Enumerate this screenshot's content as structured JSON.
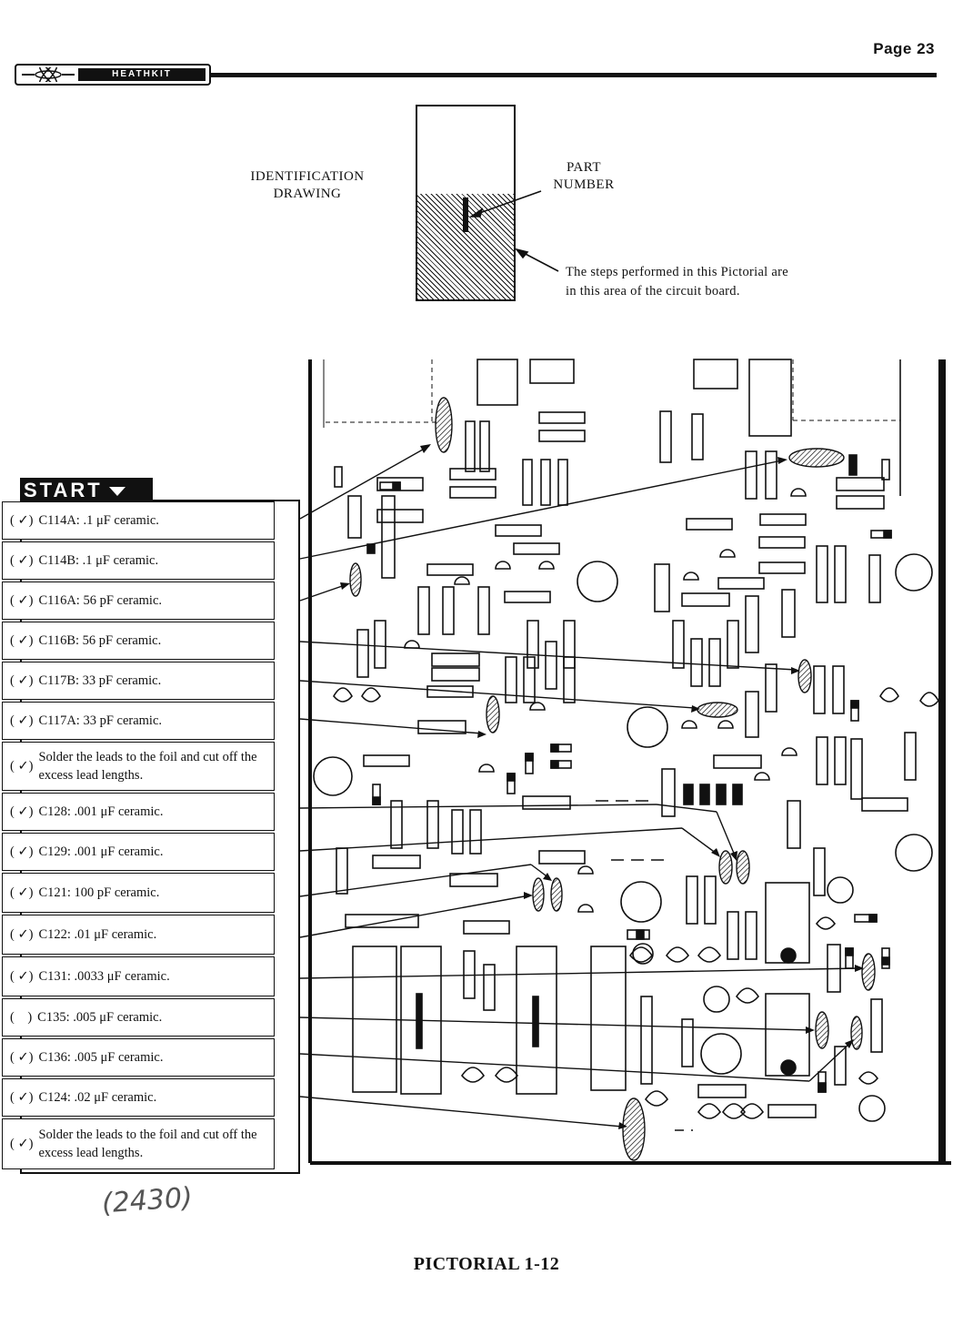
{
  "page": {
    "number_label": "Page 23"
  },
  "logo": {
    "text": "HEATHKIT"
  },
  "identification": {
    "drawing_label": "IDENTIFICATION\nDRAWING",
    "part_label": "PART\nNUMBER",
    "area_note": "The steps performed in this Pictorial are\nin this area of the circuit board."
  },
  "start_label": "START",
  "steps": [
    {
      "check": "( ✓)",
      "text": "C114A: .1 μF ceramic."
    },
    {
      "check": "( ✓)",
      "text": "C114B: .1 μF ceramic."
    },
    {
      "check": "( ✓)",
      "text": "C116A: 56 pF ceramic."
    },
    {
      "check": "( ✓)",
      "text": "C116B: 56 pF ceramic."
    },
    {
      "check": "( ✓)",
      "text": "C117B: 33 pF ceramic."
    },
    {
      "check": "( ✓)",
      "text": "C117A: 33 pF ceramic."
    },
    {
      "check": "( ✓)",
      "text": "Solder the leads to the foil and cut off the excess lead lengths."
    },
    {
      "check": "( ✓)",
      "text": "C128: .001 μF ceramic."
    },
    {
      "check": "( ✓)",
      "text": "C129: .001 μF ceramic."
    },
    {
      "check": "( ✓)",
      "text": "C121: 100 pF ceramic."
    },
    {
      "check": "( ✓)",
      "text": "C122: .01 μF ceramic."
    },
    {
      "check": "( ✓)",
      "text": "C131: .0033 μF ceramic."
    },
    {
      "check": "(    )",
      "text": "C135: .005 μF ceramic."
    },
    {
      "check": "( ✓)",
      "text": "C136: .005 μF ceramic."
    },
    {
      "check": "( ✓)",
      "text": "C124: .02 μF ceramic."
    },
    {
      "check": "( ✓)",
      "text": "Solder the leads to the foil and cut off the excess lead lengths."
    }
  ],
  "handwritten_note": "(2430)",
  "caption": "PICTORIAL 1-12",
  "colors": {
    "ink": "#111111",
    "paper": "#ffffff"
  }
}
